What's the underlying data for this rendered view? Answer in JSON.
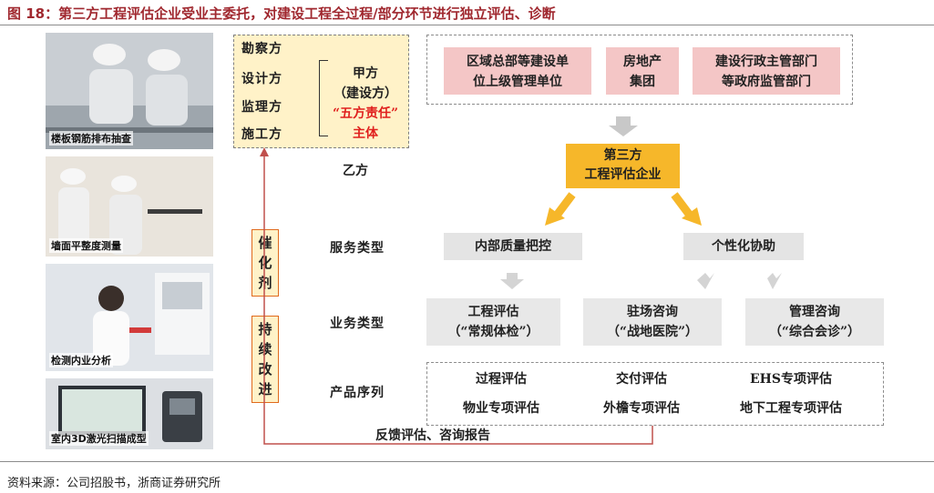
{
  "title": "图 18：第三方工程评估企业受业主委托，对建设工程全过程/部分环节进行独立评估、诊断",
  "photos": [
    {
      "caption": "楼板钢筋排布抽查"
    },
    {
      "caption": "墙面平整度测量"
    },
    {
      "caption": "检测内业分析"
    },
    {
      "caption": "室内3D激光扫描成型"
    }
  ],
  "party_b": {
    "roles": [
      "勘察方",
      "设计方",
      "监理方",
      "施工方"
    ],
    "label": "乙方"
  },
  "party_a": {
    "line1": "甲方",
    "line2": "（建设方）",
    "line3": "“五方责任”",
    "line4": "主体"
  },
  "side_labels": {
    "catalyst": [
      "催",
      "化",
      "剂"
    ],
    "continuous": [
      "持",
      "续",
      "改",
      "进"
    ]
  },
  "clients": [
    {
      "line1": "区域总部等建设单",
      "line2": "位上级管理单位"
    },
    {
      "line1": "房地产",
      "line2": "集团"
    },
    {
      "line1": "建设行政主管部门",
      "line2": "等政府监管部门"
    }
  ],
  "third_party": {
    "line1": "第三方",
    "line2": "工程评估企业"
  },
  "service": {
    "label": "服务类型",
    "items": [
      "内部质量把控",
      "个性化协助"
    ]
  },
  "business": {
    "label": "业务类型",
    "items": [
      {
        "line1": "工程评估",
        "line2": "（“常规体检”）"
      },
      {
        "line1": "驻场咨询",
        "line2": "（“战地医院”）"
      },
      {
        "line1": "管理咨询",
        "line2": "（“综合会诊”）"
      }
    ]
  },
  "products": {
    "label": "产品序列",
    "row1": [
      "过程评估",
      "交付评估",
      "EHS专项评估"
    ],
    "row2": [
      "物业专项评估",
      "外檐专项评估",
      "地下工程专项评估"
    ]
  },
  "feedback": "反馈评估、咨询报告",
  "source": "资料来源：公司招股书，浙商证券研究所",
  "colors": {
    "title": "#a0282f",
    "party_fill": "#fff2c8",
    "pink": "#f4c6c6",
    "orange": "#f6b72a",
    "red_text": "#e0201e",
    "feedback_line": "#c0504d"
  }
}
